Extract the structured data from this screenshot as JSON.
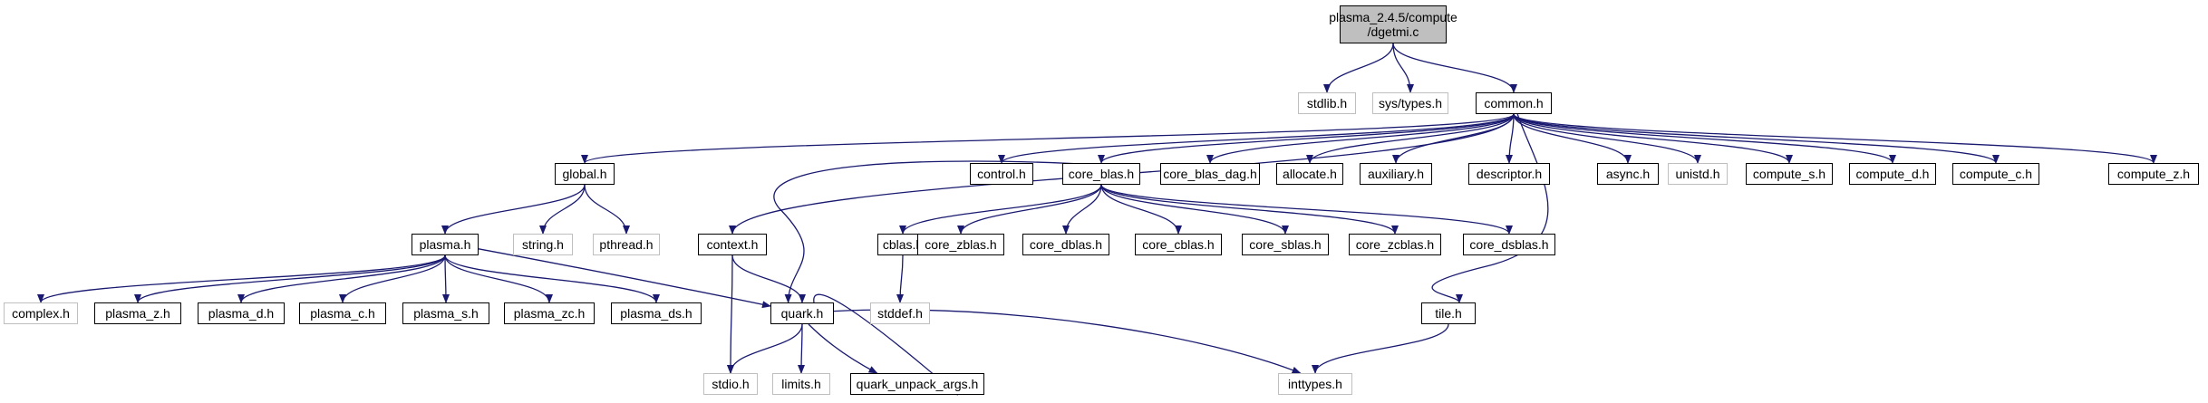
{
  "colors": {
    "edge": "#191970",
    "node_border": "#000000",
    "external_border": "#bfbfbf",
    "root_fill": "#bfbfbf"
  },
  "graph": {
    "root": {
      "line1": "plasma_2.4.5/compute",
      "line2": "/dgetmi.c"
    },
    "nodes": {
      "stdlib_h": "stdlib.h",
      "sys_types_h": "sys/types.h",
      "common_h": "common.h",
      "global_h": "global.h",
      "control_h": "control.h",
      "core_blas_h": "core_blas.h",
      "core_blas_dag_h": "core_blas_dag.h",
      "allocate_h": "allocate.h",
      "auxiliary_h": "auxiliary.h",
      "descriptor_h": "descriptor.h",
      "async_h": "async.h",
      "unistd_h": "unistd.h",
      "compute_s_h": "compute_s.h",
      "compute_d_h": "compute_d.h",
      "compute_c_h": "compute_c.h",
      "compute_z_h": "compute_z.h",
      "plasma_h": "plasma.h",
      "string_h": "string.h",
      "pthread_h": "pthread.h",
      "context_h": "context.h",
      "cblas_h": "cblas.h",
      "core_zblas_h": "core_zblas.h",
      "core_dblas_h": "core_dblas.h",
      "core_cblas_h": "core_cblas.h",
      "core_sblas_h": "core_sblas.h",
      "core_zcblas_h": "core_zcblas.h",
      "core_dsblas_h": "core_dsblas.h",
      "complex_h": "complex.h",
      "plasma_z_h": "plasma_z.h",
      "plasma_d_h": "plasma_d.h",
      "plasma_c_h": "plasma_c.h",
      "plasma_s_h": "plasma_s.h",
      "plasma_zc_h": "plasma_zc.h",
      "plasma_ds_h": "plasma_ds.h",
      "quark_h": "quark.h",
      "stddef_h": "stddef.h",
      "tile_h": "tile.h",
      "stdio_h": "stdio.h",
      "limits_h": "limits.h",
      "quark_unpack_args_h": "quark_unpack_args.h",
      "inttypes_h": "inttypes.h"
    },
    "edges": [
      [
        "root",
        "stdlib_h"
      ],
      [
        "root",
        "sys_types_h"
      ],
      [
        "root",
        "common_h"
      ],
      [
        "common_h",
        "global_h"
      ],
      [
        "common_h",
        "control_h"
      ],
      [
        "common_h",
        "core_blas_h"
      ],
      [
        "common_h",
        "core_blas_dag_h"
      ],
      [
        "common_h",
        "allocate_h"
      ],
      [
        "common_h",
        "auxiliary_h"
      ],
      [
        "common_h",
        "descriptor_h"
      ],
      [
        "common_h",
        "async_h"
      ],
      [
        "common_h",
        "unistd_h"
      ],
      [
        "common_h",
        "compute_s_h"
      ],
      [
        "common_h",
        "compute_d_h"
      ],
      [
        "common_h",
        "compute_c_h"
      ],
      [
        "common_h",
        "compute_z_h"
      ],
      [
        "common_h",
        "context_h"
      ],
      [
        "common_h",
        "tile_h"
      ],
      [
        "global_h",
        "plasma_h"
      ],
      [
        "global_h",
        "string_h"
      ],
      [
        "global_h",
        "pthread_h"
      ],
      [
        "plasma_h",
        "complex_h"
      ],
      [
        "plasma_h",
        "plasma_z_h"
      ],
      [
        "plasma_h",
        "plasma_d_h"
      ],
      [
        "plasma_h",
        "plasma_c_h"
      ],
      [
        "plasma_h",
        "plasma_s_h"
      ],
      [
        "plasma_h",
        "plasma_zc_h"
      ],
      [
        "plasma_h",
        "plasma_ds_h"
      ],
      [
        "plasma_h",
        "quark_h"
      ],
      [
        "core_blas_h",
        "cblas_h"
      ],
      [
        "core_blas_h",
        "core_zblas_h"
      ],
      [
        "core_blas_h",
        "core_dblas_h"
      ],
      [
        "core_blas_h",
        "core_cblas_h"
      ],
      [
        "core_blas_h",
        "core_sblas_h"
      ],
      [
        "core_blas_h",
        "core_zcblas_h"
      ],
      [
        "core_blas_h",
        "core_dsblas_h"
      ],
      [
        "core_blas_h",
        "quark_h"
      ],
      [
        "cblas_h",
        "stddef_h"
      ],
      [
        "context_h",
        "quark_h"
      ],
      [
        "context_h",
        "stdio_h"
      ],
      [
        "quark_h",
        "stdio_h"
      ],
      [
        "quark_h",
        "limits_h"
      ],
      [
        "quark_h",
        "quark_unpack_args_h"
      ],
      [
        "quark_h",
        "inttypes_h"
      ],
      [
        "quark_unpack_args_h",
        "quark_h"
      ],
      [
        "tile_h",
        "inttypes_h"
      ]
    ]
  }
}
